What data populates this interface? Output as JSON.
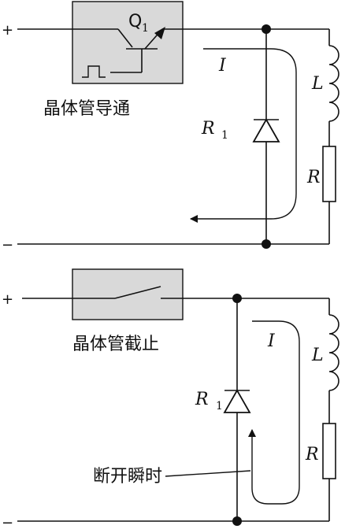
{
  "top": {
    "plus": "+",
    "minus": "−",
    "transistor": "Q",
    "transistor_sub": "1",
    "caption": "晶体管导通",
    "current": "I",
    "diode": "R",
    "diode_sub": "1",
    "inductor": "L",
    "resistor": "R"
  },
  "bottom": {
    "plus": "+",
    "minus": "−",
    "caption": "晶体管截止",
    "current": "I",
    "diode": "R",
    "diode_sub": "1",
    "inductor": "L",
    "resistor": "R",
    "annotation": "断开瞬时"
  }
}
